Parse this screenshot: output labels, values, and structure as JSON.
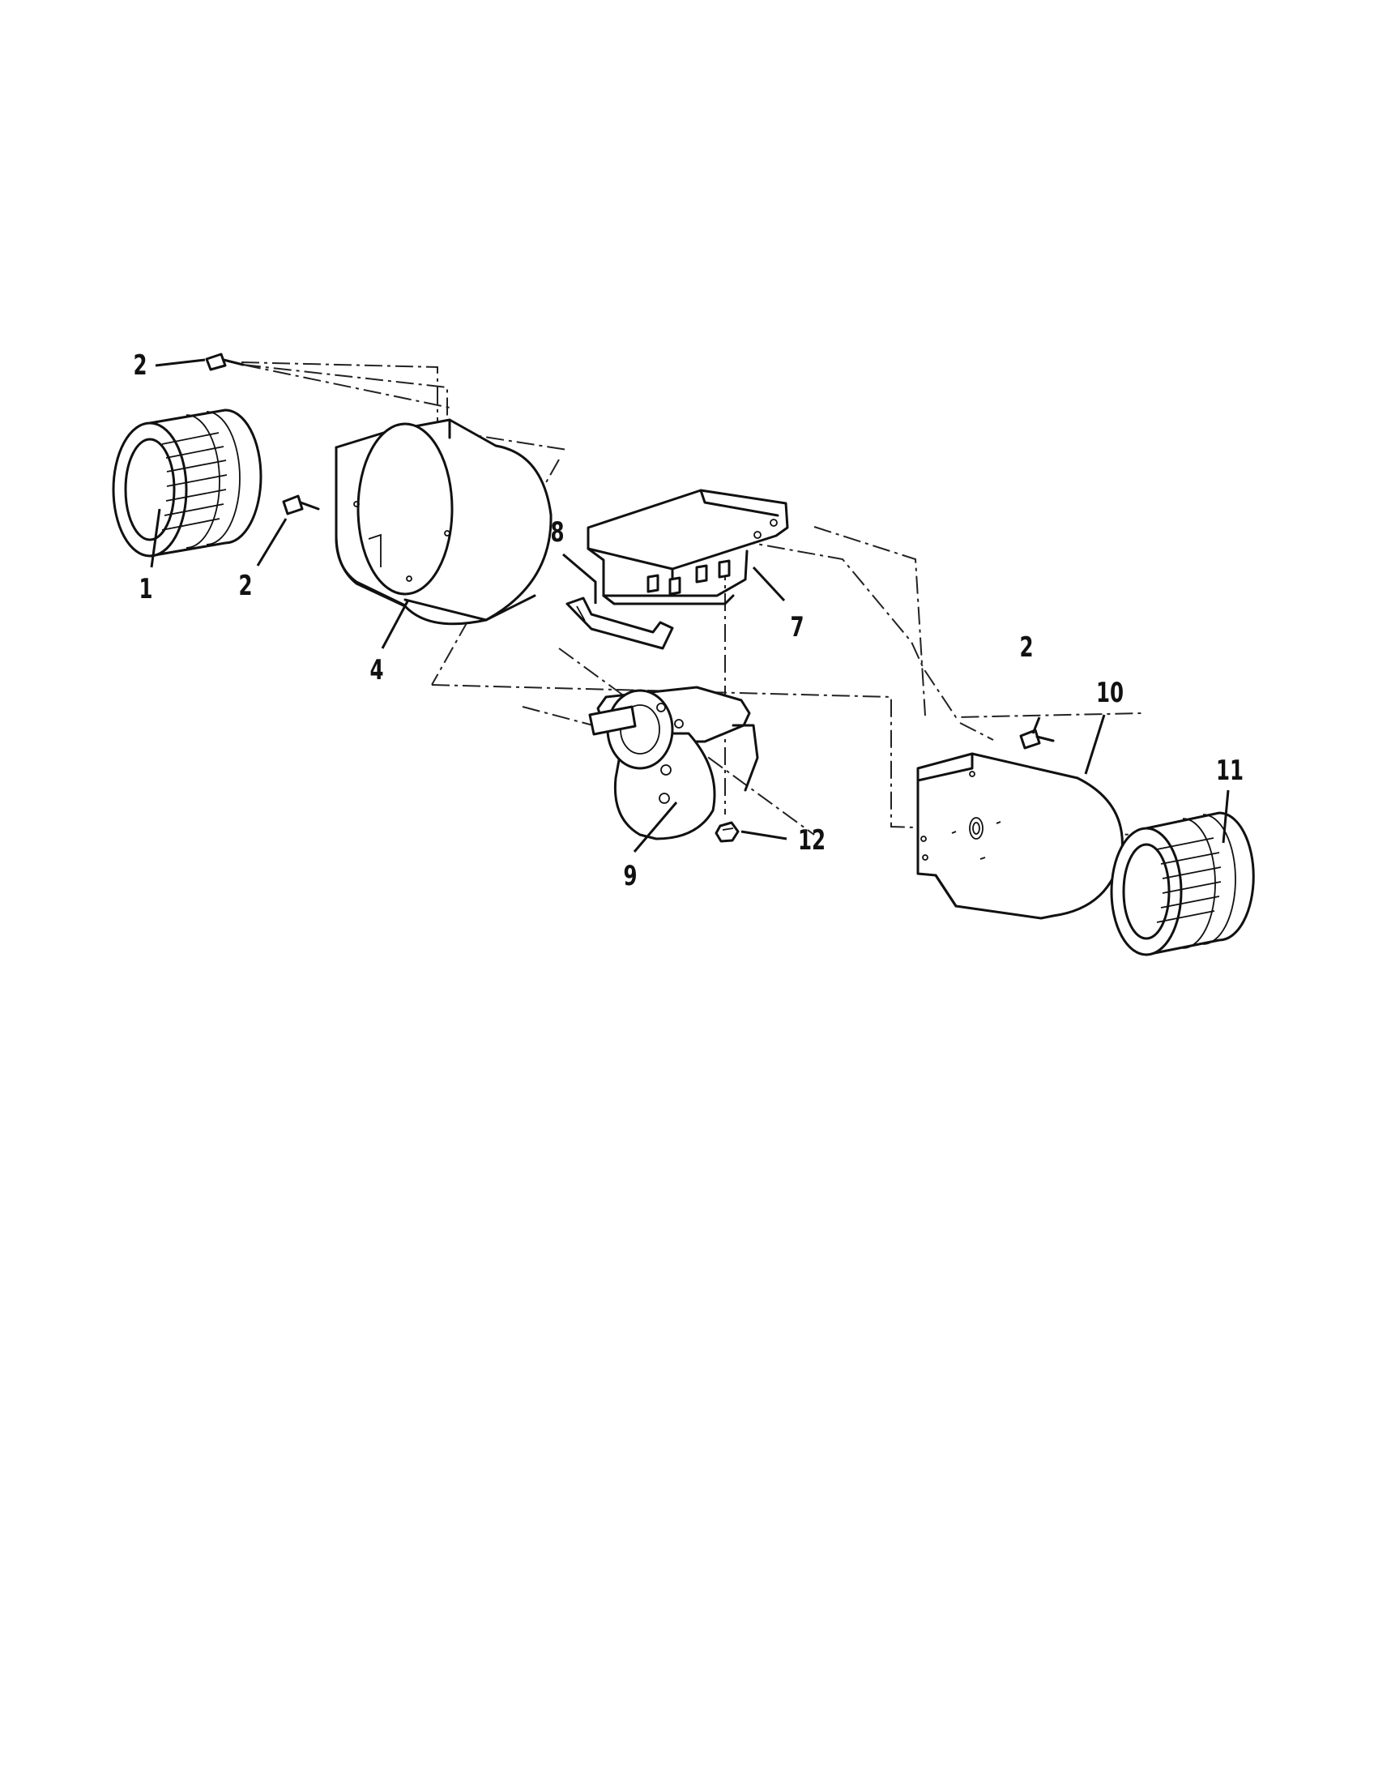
{
  "callouts": {
    "c1": "1",
    "c2a": "2",
    "c2b": "2",
    "c2c": "2",
    "c4": "4",
    "c7": "7",
    "c8": "8",
    "c9": "9",
    "c10": "10",
    "c11": "11",
    "c12": "12"
  }
}
